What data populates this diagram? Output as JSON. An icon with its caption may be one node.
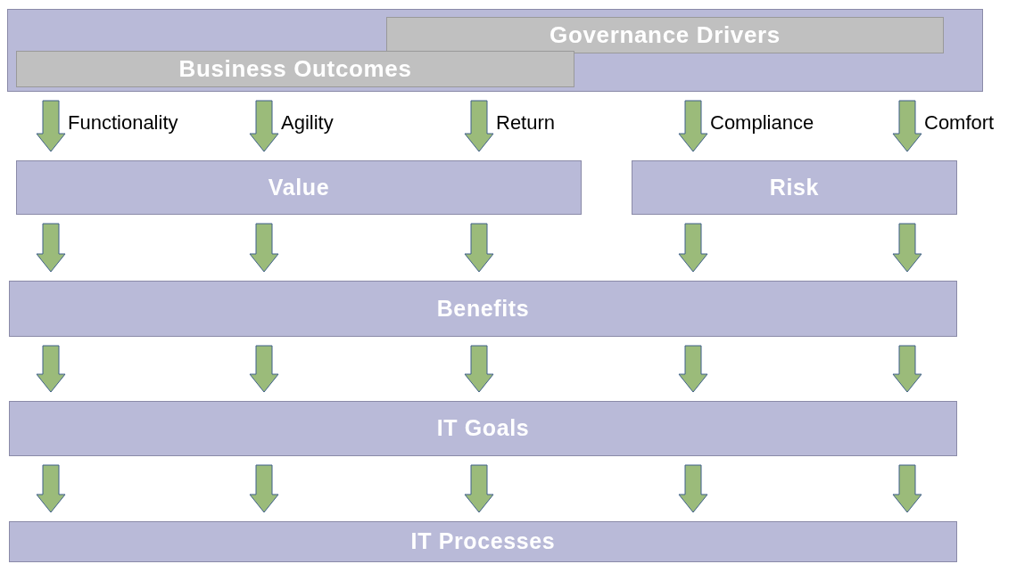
{
  "diagram": {
    "nodes": [
      {
        "text": [],
        "shape": "box"
      },
      {
        "text": [
          "Governance Drivers"
        ],
        "in": 0
      },
      {
        "text": [
          "Business Outcomes"
        ],
        "in": 0
      },
      {
        "text": [
          "Value"
        ]
      },
      {
        "text": [
          "Risk"
        ]
      },
      {
        "text": [
          "Benefits"
        ]
      },
      {
        "text": [
          "IT Goals"
        ]
      },
      {
        "text": [
          "IT Processes"
        ]
      }
    ],
    "edges": [
      {
        "from": 0,
        "to": 3,
        "arrow": "to",
        "label": "Functionality"
      },
      {
        "from": 0,
        "to": 3,
        "arrow": "to",
        "label": "Agility"
      },
      {
        "from": 0,
        "to": 3,
        "arrow": "to",
        "label": "Return"
      },
      {
        "from": 0,
        "to": 4,
        "arrow": "to",
        "label": "Compliance"
      },
      {
        "from": 0,
        "to": 4,
        "arrow": "to",
        "label": "Comfort"
      },
      {
        "from": 3,
        "to": 5,
        "arrow": "to"
      },
      {
        "from": 3,
        "to": 5,
        "arrow": "to"
      },
      {
        "from": 3,
        "to": 5,
        "arrow": "to"
      },
      {
        "from": 4,
        "to": 5,
        "arrow": "to"
      },
      {
        "from": 4,
        "to": 5,
        "arrow": "to"
      },
      {
        "from": 5,
        "to": 6,
        "arrow": "to"
      },
      {
        "from": 5,
        "to": 6,
        "arrow": "to"
      },
      {
        "from": 5,
        "to": 6,
        "arrow": "to"
      },
      {
        "from": 5,
        "to": 6,
        "arrow": "to"
      },
      {
        "from": 5,
        "to": 6,
        "arrow": "to"
      },
      {
        "from": 6,
        "to": 7,
        "arrow": "to"
      },
      {
        "from": 6,
        "to": 7,
        "arrow": "to"
      },
      {
        "from": 6,
        "to": 7,
        "arrow": "to"
      },
      {
        "from": 6,
        "to": 7,
        "arrow": "to"
      },
      {
        "from": 6,
        "to": 7,
        "arrow": "to"
      }
    ]
  }
}
